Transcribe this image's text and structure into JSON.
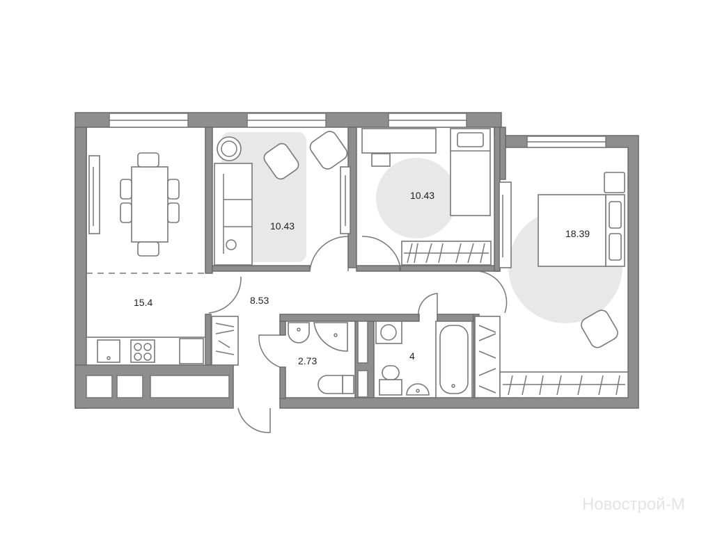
{
  "plan": {
    "rooms": [
      {
        "name": "kitchen-living",
        "area": "15.4"
      },
      {
        "name": "hall",
        "area": "8.53"
      },
      {
        "name": "living-room",
        "area": "10.43"
      },
      {
        "name": "bedroom-small",
        "area": "10.43"
      },
      {
        "name": "bedroom-master",
        "area": "18.39"
      },
      {
        "name": "wc",
        "area": "2.73"
      },
      {
        "name": "bathroom",
        "area": "4"
      }
    ],
    "watermark": "Новострой-М",
    "colors": {
      "wall": "#8e8e8e",
      "rug": "#e8e8e8",
      "line": "#777777"
    }
  }
}
